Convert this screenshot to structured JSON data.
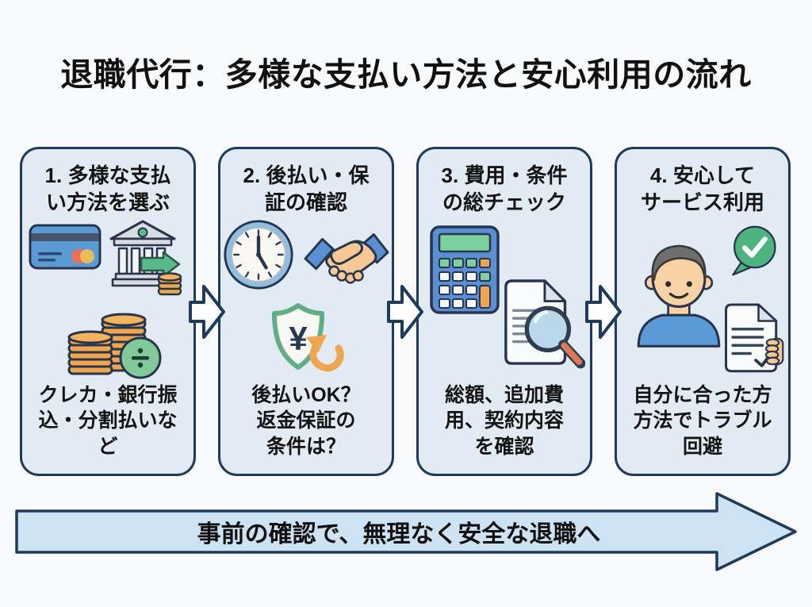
{
  "page": {
    "title": "退職代行：多様な支払い方法と安心利用の流れ"
  },
  "colors": {
    "page_bg": "#f8fafc",
    "card_bg": "#e2ebf4",
    "outline_navy": "#1e3a5c",
    "banner_bg": "#cde2f2",
    "accent_blue": "#5b9bd5",
    "accent_green": "#58b98a",
    "accent_gold": "#f0a64e",
    "accent_orange": "#e07856",
    "text": "#141414"
  },
  "steps": [
    {
      "title": "1. 多様な支払\nい方法を選ぶ",
      "description": "クレカ・銀行振\n込・分割払いな\nど",
      "icons": [
        "credit-card-icon",
        "bank-transfer-icon",
        "coins-divide-icon"
      ]
    },
    {
      "title": "2. 後払い・保\n証の確認",
      "description": "後払いOK？\n返金保証の\n条件は？",
      "icons": [
        "clock-icon",
        "handshake-icon",
        "shield-yen-refund-icon"
      ],
      "shield_label": "¥"
    },
    {
      "title": "3. 費用・条件\nの総チェック",
      "description": "総額、追加費\n用、契約内容\nを確認",
      "icons": [
        "calculator-icon",
        "document-magnifier-icon"
      ]
    },
    {
      "title": "4. 安心して\nサービス利用",
      "description": "自分に合った方\n方法でトラブル\n回避",
      "icons": [
        "person-icon",
        "check-bubble-icon",
        "checked-document-icon"
      ]
    }
  ],
  "banner": {
    "text": "事前の確認で、無理なく安全な退職へ"
  }
}
